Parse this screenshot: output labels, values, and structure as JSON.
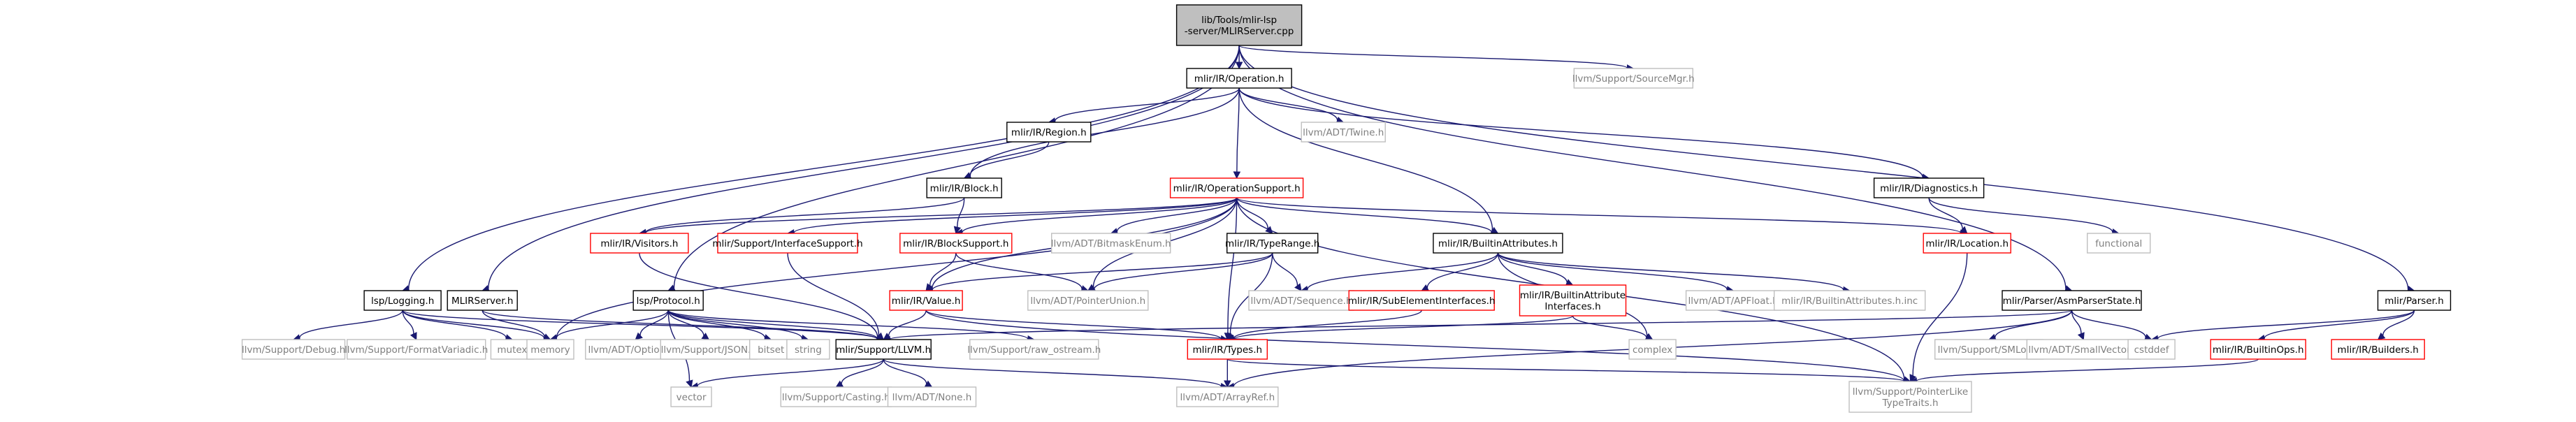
{
  "colors": {
    "edge": "#191970",
    "default_text": "#000000",
    "default_border": "#000000",
    "grey_text": "#7f7f7f",
    "grey_border": "#bfbfbf",
    "red_border": "#ff0000",
    "root_fill": "#bfbfbf"
  },
  "nodes": {
    "root": {
      "lines": [
        "lib/Tools/mlir-lsp",
        "-server/MLIRServer.cpp"
      ],
      "style": "root"
    },
    "operation": {
      "lines": [
        "mlir/IR/Operation.h"
      ],
      "style": "default"
    },
    "sourcemgr": {
      "lines": [
        "llvm/Support/SourceMgr.h"
      ],
      "style": "grey"
    },
    "region": {
      "lines": [
        "mlir/IR/Region.h"
      ],
      "style": "default"
    },
    "twine": {
      "lines": [
        "llvm/ADT/Twine.h"
      ],
      "style": "grey"
    },
    "block": {
      "lines": [
        "mlir/IR/Block.h"
      ],
      "style": "default"
    },
    "opsupport": {
      "lines": [
        "mlir/IR/OperationSupport.h"
      ],
      "style": "red"
    },
    "diagnostics": {
      "lines": [
        "mlir/IR/Diagnostics.h"
      ],
      "style": "default"
    },
    "visitors": {
      "lines": [
        "mlir/IR/Visitors.h"
      ],
      "style": "red"
    },
    "ifacesupport": {
      "lines": [
        "mlir/Support/InterfaceSupport.h"
      ],
      "style": "red"
    },
    "blocksupport": {
      "lines": [
        "mlir/IR/BlockSupport.h"
      ],
      "style": "red"
    },
    "bitmask": {
      "lines": [
        "llvm/ADT/BitmaskEnum.h"
      ],
      "style": "grey"
    },
    "typerange": {
      "lines": [
        "mlir/IR/TypeRange.h"
      ],
      "style": "default"
    },
    "builtinattrs": {
      "lines": [
        "mlir/IR/BuiltinAttributes.h"
      ],
      "style": "default"
    },
    "location": {
      "lines": [
        "mlir/IR/Location.h"
      ],
      "style": "red"
    },
    "functional": {
      "lines": [
        "functional"
      ],
      "style": "grey"
    },
    "logging": {
      "lines": [
        "lsp/Logging.h"
      ],
      "style": "default"
    },
    "mlirserver": {
      "lines": [
        "MLIRServer.h"
      ],
      "style": "default"
    },
    "protocol": {
      "lines": [
        "lsp/Protocol.h"
      ],
      "style": "default"
    },
    "value": {
      "lines": [
        "mlir/IR/Value.h"
      ],
      "style": "red"
    },
    "pointerunion": {
      "lines": [
        "llvm/ADT/PointerUnion.h"
      ],
      "style": "grey"
    },
    "sequence": {
      "lines": [
        "llvm/ADT/Sequence.h"
      ],
      "style": "grey"
    },
    "subelem": {
      "lines": [
        "mlir/IR/SubElementInterfaces.h"
      ],
      "style": "red"
    },
    "builtinattrifaces": {
      "lines": [
        "mlir/IR/BuiltinAttribute",
        "Interfaces.h"
      ],
      "style": "red"
    },
    "apfloat": {
      "lines": [
        "llvm/ADT/APFloat.h"
      ],
      "style": "grey"
    },
    "builtinattrsinc": {
      "lines": [
        "mlir/IR/BuiltinAttributes.h.inc"
      ],
      "style": "grey"
    },
    "asmparserstate": {
      "lines": [
        "mlir/Parser/AsmParserState.h"
      ],
      "style": "default"
    },
    "parser": {
      "lines": [
        "mlir/Parser.h"
      ],
      "style": "default"
    },
    "debug": {
      "lines": [
        "llvm/Support/Debug.h"
      ],
      "style": "grey"
    },
    "formatvariadic": {
      "lines": [
        "llvm/Support/FormatVariadic.h"
      ],
      "style": "grey"
    },
    "mutex": {
      "lines": [
        "mutex"
      ],
      "style": "grey"
    },
    "memory": {
      "lines": [
        "memory"
      ],
      "style": "grey"
    },
    "optional": {
      "lines": [
        "llvm/ADT/Optional.h"
      ],
      "style": "grey"
    },
    "json": {
      "lines": [
        "llvm/Support/JSON.h"
      ],
      "style": "grey"
    },
    "bitset": {
      "lines": [
        "bitset"
      ],
      "style": "grey"
    },
    "string": {
      "lines": [
        "string"
      ],
      "style": "grey"
    },
    "llvm": {
      "lines": [
        "mlir/Support/LLVM.h"
      ],
      "style": "default"
    },
    "rawostream": {
      "lines": [
        "llvm/Support/raw_ostream.h"
      ],
      "style": "grey"
    },
    "types": {
      "lines": [
        "mlir/IR/Types.h"
      ],
      "style": "red"
    },
    "complex": {
      "lines": [
        "complex"
      ],
      "style": "grey"
    },
    "smloc": {
      "lines": [
        "llvm/Support/SMLoc.h"
      ],
      "style": "grey"
    },
    "smallvector": {
      "lines": [
        "llvm/ADT/SmallVector.h"
      ],
      "style": "grey"
    },
    "cstddef": {
      "lines": [
        "cstddef"
      ],
      "style": "grey"
    },
    "builtinops": {
      "lines": [
        "mlir/IR/BuiltinOps.h"
      ],
      "style": "red"
    },
    "builders": {
      "lines": [
        "mlir/IR/Builders.h"
      ],
      "style": "red"
    },
    "vector": {
      "lines": [
        "vector"
      ],
      "style": "grey"
    },
    "casting": {
      "lines": [
        "llvm/Support/Casting.h"
      ],
      "style": "grey"
    },
    "none": {
      "lines": [
        "llvm/ADT/None.h"
      ],
      "style": "grey"
    },
    "arrayref": {
      "lines": [
        "llvm/ADT/ArrayRef.h"
      ],
      "style": "grey"
    },
    "pointerlike": {
      "lines": [
        "llvm/Support/PointerLike",
        "TypeTraits.h"
      ],
      "style": "grey"
    }
  },
  "edges": [
    [
      "root",
      "operation"
    ],
    [
      "root",
      "sourcemgr"
    ],
    [
      "root",
      "logging"
    ],
    [
      "root",
      "mlirserver"
    ],
    [
      "root",
      "protocol"
    ],
    [
      "root",
      "asmparserstate"
    ],
    [
      "root",
      "parser"
    ],
    [
      "operation",
      "region"
    ],
    [
      "operation",
      "twine"
    ],
    [
      "operation",
      "block"
    ],
    [
      "operation",
      "opsupport"
    ],
    [
      "operation",
      "diagnostics"
    ],
    [
      "operation",
      "builtinattrs"
    ],
    [
      "region",
      "block"
    ],
    [
      "block",
      "visitors"
    ],
    [
      "block",
      "blocksupport"
    ],
    [
      "opsupport",
      "memory"
    ],
    [
      "opsupport",
      "visitors"
    ],
    [
      "opsupport",
      "ifacesupport"
    ],
    [
      "opsupport",
      "blocksupport"
    ],
    [
      "opsupport",
      "bitmask"
    ],
    [
      "opsupport",
      "typerange"
    ],
    [
      "opsupport",
      "builtinattrs"
    ],
    [
      "opsupport",
      "location"
    ],
    [
      "opsupport",
      "value"
    ],
    [
      "opsupport",
      "pointerunion"
    ],
    [
      "opsupport",
      "types"
    ],
    [
      "opsupport",
      "pointerlike"
    ],
    [
      "diagnostics",
      "location"
    ],
    [
      "diagnostics",
      "functional"
    ],
    [
      "visitors",
      "llvm"
    ],
    [
      "ifacesupport",
      "llvm"
    ],
    [
      "blocksupport",
      "value"
    ],
    [
      "blocksupport",
      "pointerunion"
    ],
    [
      "typerange",
      "value"
    ],
    [
      "typerange",
      "pointerunion"
    ],
    [
      "typerange",
      "sequence"
    ],
    [
      "typerange",
      "types"
    ],
    [
      "builtinattrs",
      "sequence"
    ],
    [
      "builtinattrs",
      "subelem"
    ],
    [
      "builtinattrs",
      "builtinattrifaces"
    ],
    [
      "builtinattrs",
      "apfloat"
    ],
    [
      "builtinattrs",
      "builtinattrsinc"
    ],
    [
      "builtinattrs",
      "complex"
    ],
    [
      "location",
      "pointerlike"
    ],
    [
      "logging",
      "debug"
    ],
    [
      "logging",
      "formatvariadic"
    ],
    [
      "logging",
      "mutex"
    ],
    [
      "logging",
      "memory"
    ],
    [
      "logging",
      "llvm"
    ],
    [
      "mlirserver",
      "memory"
    ],
    [
      "mlirserver",
      "llvm"
    ],
    [
      "protocol",
      "memory"
    ],
    [
      "protocol",
      "optional"
    ],
    [
      "protocol",
      "json"
    ],
    [
      "protocol",
      "bitset"
    ],
    [
      "protocol",
      "string"
    ],
    [
      "protocol",
      "llvm"
    ],
    [
      "protocol",
      "rawostream"
    ],
    [
      "protocol",
      "vector"
    ],
    [
      "value",
      "llvm"
    ],
    [
      "value",
      "types"
    ],
    [
      "value",
      "pointerlike"
    ],
    [
      "subelem",
      "types"
    ],
    [
      "builtinattrifaces",
      "types"
    ],
    [
      "builtinattrifaces",
      "complex"
    ],
    [
      "asmparserstate",
      "llvm"
    ],
    [
      "asmparserstate",
      "smloc"
    ],
    [
      "asmparserstate",
      "smallvector"
    ],
    [
      "asmparserstate",
      "cstddef"
    ],
    [
      "asmparserstate",
      "arrayref"
    ],
    [
      "parser",
      "cstddef"
    ],
    [
      "parser",
      "builtinops"
    ],
    [
      "parser",
      "builders"
    ],
    [
      "llvm",
      "vector"
    ],
    [
      "llvm",
      "casting"
    ],
    [
      "llvm",
      "none"
    ],
    [
      "llvm",
      "arrayref"
    ],
    [
      "types",
      "arrayref"
    ],
    [
      "types",
      "pointerlike"
    ],
    [
      "builtinops",
      "pointerlike"
    ]
  ]
}
